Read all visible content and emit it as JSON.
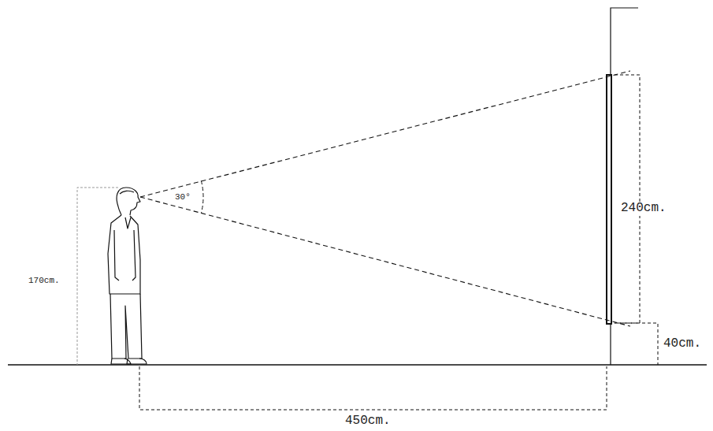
{
  "diagram": {
    "labels": [
      "170cm.",
      "30°",
      "240cm.",
      "40cm.",
      "450cm."
    ]
  }
}
